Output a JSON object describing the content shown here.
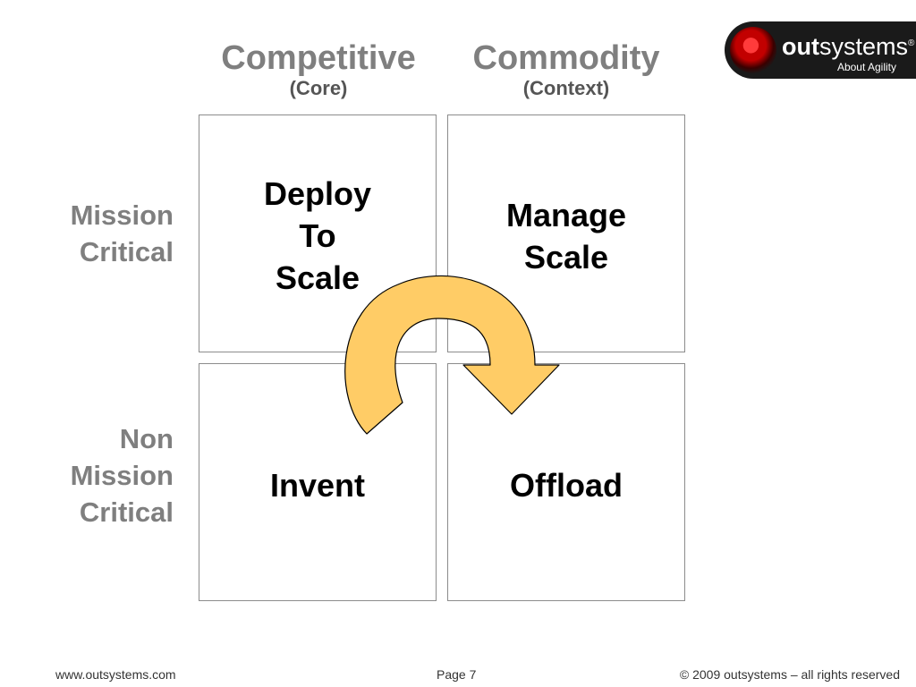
{
  "columns": [
    {
      "title": "Competitive",
      "subtitle": "(Core)"
    },
    {
      "title": "Commodity",
      "subtitle": "(Context)"
    }
  ],
  "rows": [
    {
      "lines": [
        "Mission",
        "Critical"
      ]
    },
    {
      "lines": [
        "Non",
        "Mission",
        "Critical"
      ]
    }
  ],
  "quadrants": {
    "top_left": [
      "Deploy",
      "To",
      "Scale"
    ],
    "top_right": [
      "Manage",
      "Scale"
    ],
    "bottom_left": [
      "Invent"
    ],
    "bottom_right": [
      "Offload"
    ]
  },
  "logo": {
    "word_bold": "out",
    "word_regular": "systems",
    "registered": "®",
    "tagline": "About Agility"
  },
  "footer": {
    "website": "www.outsystems.com",
    "page": "Page 7",
    "copyright": "© 2009 outsystems – all rights reserved"
  },
  "colors": {
    "arrow_fill": "#ffcc66",
    "heading_gray": "#7f7f7f",
    "box_border": "#8c8c8c"
  }
}
